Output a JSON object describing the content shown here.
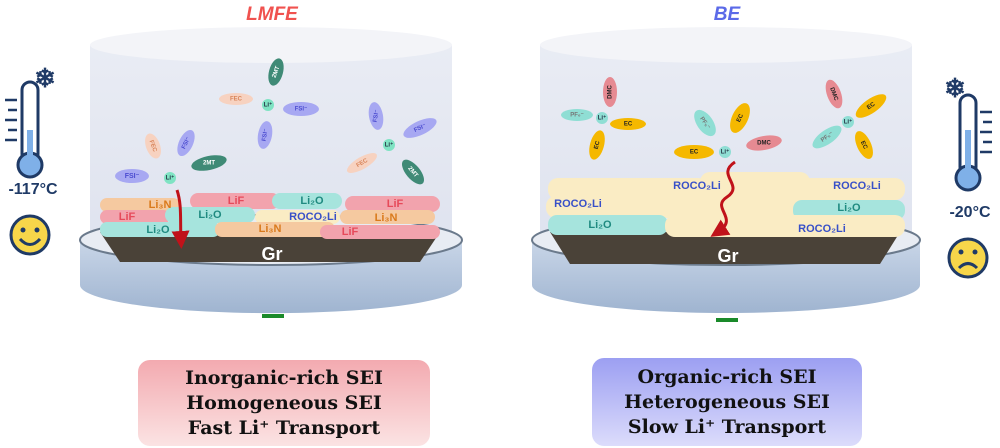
{
  "left": {
    "title": "LMFE",
    "temperature": "-117°C",
    "electrode": "Gr",
    "solvation": {
      "li": "Li⁺",
      "fsi": "FSI⁻",
      "fec": "FEC",
      "mt": "2MT"
    },
    "sei": {
      "lif": "LiF",
      "li3n": "Li₃N",
      "li2o": "Li₂O",
      "roco2li": "ROCO₂Li"
    },
    "summary": [
      "Inorganic-rich SEI",
      "Homogeneous SEI",
      "Fast Li⁺ Transport"
    ]
  },
  "right": {
    "title": "BE",
    "temperature": "-20°C",
    "electrode": "Gr",
    "solvation": {
      "li": "Li⁺",
      "pf6": "PF₆⁻",
      "ec": "EC",
      "dmc": "DMC"
    },
    "sei": {
      "li2o": "Li₂O",
      "roco2li": "ROCO₂Li"
    },
    "summary": [
      "Organic-rich SEI",
      "Heterogeneous SEI",
      "Slow Li⁺ Transport"
    ]
  },
  "colors": {
    "lmfe": "#f0524f",
    "be": "#5b6ae8",
    "lif": "#f2a3ad",
    "li3n": "#f5c9a0",
    "li2o": "#a6e4dd",
    "organic": "#faecc4",
    "fsi": "#a7a8f2",
    "fec": "#f7d2c0",
    "mt": "#3f8a76",
    "ec": "#f5b800",
    "dmc": "#e68a92",
    "pf6": "#8fded4"
  }
}
